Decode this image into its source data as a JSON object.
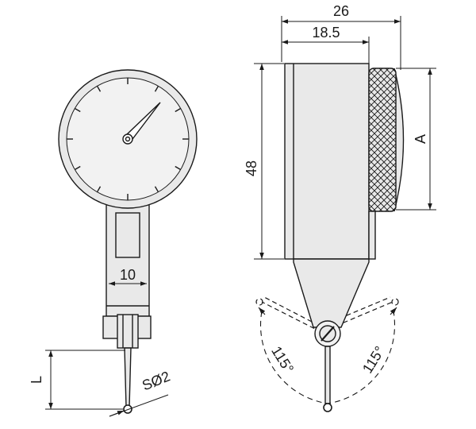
{
  "drawing": {
    "front_view": {
      "width_label": "10",
      "tip_length_label": "L",
      "ball_label": "SØ2"
    },
    "side_view": {
      "overall_width_label": "26",
      "body_width_label": "18.5",
      "height_label": "48",
      "knob_dimension_label": "A",
      "swing_angle_left_label": "115°",
      "swing_angle_right_label": "115°"
    }
  },
  "colors": {
    "line": "#1a1a1a",
    "fill": "#e9e9e9",
    "fill_light": "#f2f2f2",
    "background": "#ffffff"
  }
}
